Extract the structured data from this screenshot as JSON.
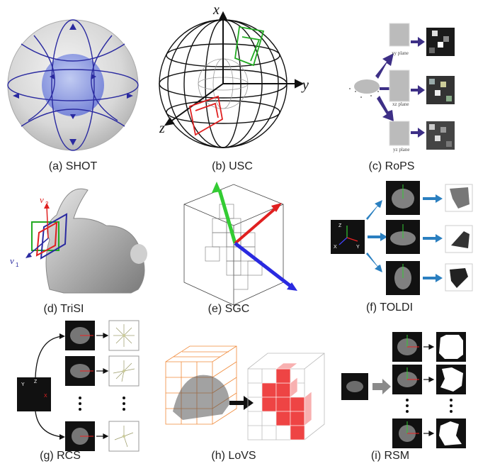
{
  "captions": {
    "shot": "(a) SHOT",
    "usc": "(b) USC",
    "rops": "(c) RoPS",
    "trisi": "(d) TriSI",
    "sgc": "(e) SGC",
    "toldi": "(f) TOLDI",
    "rcs": "(g) RCS",
    "lovs": "(h) LoVS",
    "rsm": "(i) RSM"
  },
  "usc_axes": {
    "x": "x",
    "y": "y",
    "z": "z"
  },
  "rops_planes": {
    "xy": "xy plane",
    "xz": "xz plane",
    "yz": "yz plane"
  },
  "trisi_labels": {
    "v2": "v",
    "v1": "v",
    "sub2": "2",
    "sub1": "1"
  },
  "frame_labels": {
    "x": "X",
    "y": "Y",
    "z": "Z"
  },
  "colors": {
    "blue": "#2a2aa0",
    "red": "#e02020",
    "green": "#22aa22",
    "arrow_purple": "#3d2f86",
    "arrow_blue": "#2a7fc0",
    "orange": "#f08a3a",
    "voxel_red": "#ee4444"
  }
}
